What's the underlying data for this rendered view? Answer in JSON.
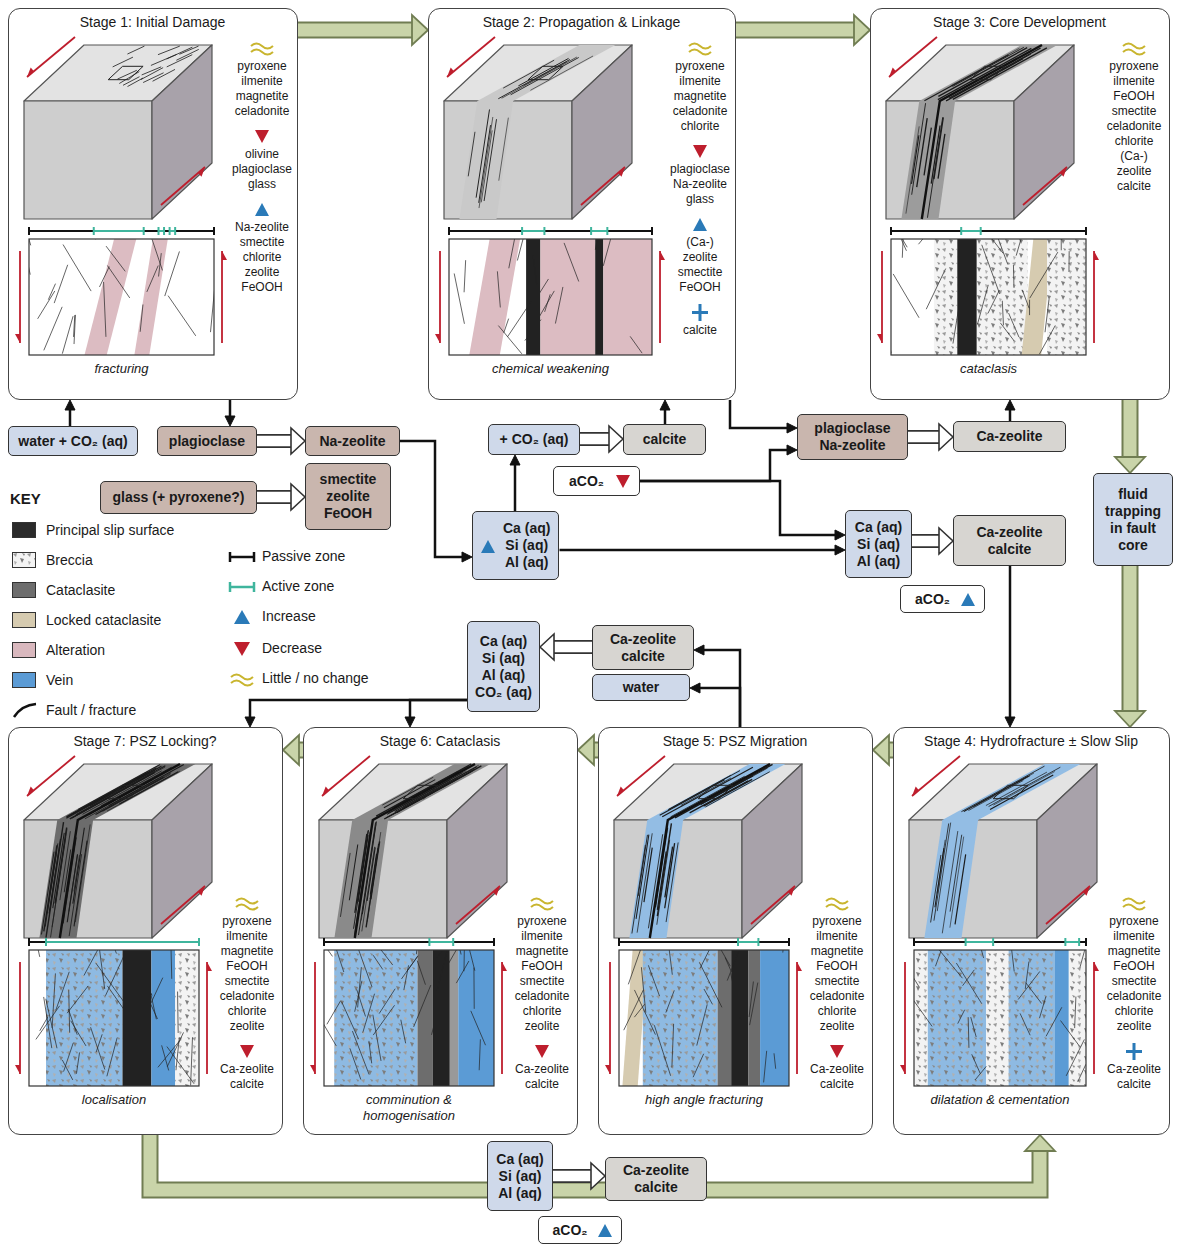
{
  "diagram": {
    "nodes": [
      {
        "text": [
          "Stage 1: Initial Damage",
          "pyroxene ilmenite magnetite celadonite",
          "olivine plagioclase glass",
          "Na-zeolite smectite chlorite zeolite FeOOH",
          "fracturing"
        ]
      },
      {
        "text": [
          "Stage 2: Propagation & Linkage",
          "pyroxene ilmenite magnetite celadonite chlorite",
          "plagioclase Na-zeolite glass",
          "(Ca-) zeolite smectite FeOOH",
          "calcite",
          "chemical weakening"
        ]
      },
      {
        "text": [
          "Stage 3: Core Development",
          "pyroxene ilmenite FeOOH smectite celadonite chlorite (Ca-) zeolite calcite",
          "cataclasis"
        ]
      },
      {
        "text": [
          "water + CO₂ (aq)"
        ]
      },
      {
        "text": [
          "plagioclase"
        ]
      },
      {
        "text": [
          "Na-zeolite"
        ]
      },
      {
        "text": [
          "glass (+ pyroxene?)"
        ]
      },
      {
        "text": [
          "smectite zeolite FeOOH"
        ]
      },
      {
        "text": [
          "+ CO₂ (aq)"
        ]
      },
      {
        "text": [
          "calcite"
        ]
      },
      {
        "text": [
          "Ca (aq)",
          "Si (aq)",
          "Al (aq)"
        ]
      },
      {
        "text": [
          "aCO₂"
        ]
      },
      {
        "text": [
          "plagioclase Na-zeolite"
        ]
      },
      {
        "text": [
          "Ca-zeolite"
        ]
      },
      {
        "text": [
          "Ca (aq)",
          "Si (aq)",
          "Al (aq)"
        ]
      },
      {
        "text": [
          "Ca-zeolite calcite"
        ]
      },
      {
        "text": [
          "aCO₂"
        ]
      },
      {
        "text": [
          "fluid trapping in fault core"
        ]
      },
      {
        "text": [
          "Ca (aq)",
          "Si (aq)",
          "Al (aq)",
          "CO₂ (aq)"
        ]
      },
      {
        "text": [
          "Ca-zeolite calcite"
        ]
      },
      {
        "text": [
          "water"
        ]
      },
      {
        "text": [
          "Stage 7: PSZ Locking?",
          "pyroxene ilmenite magnetite FeOOH smectite celadonite chlorite zeolite",
          "Ca-zeolite calcite",
          "localisation"
        ]
      },
      {
        "text": [
          "Stage 6: Cataclasis",
          "pyroxene ilmenite magnetite FeOOH smectite celadonite chlorite zeolite",
          "Ca-zeolite calcite",
          "comminution & homogenisation"
        ]
      },
      {
        "text": [
          "Stage 5: PSZ Migration",
          "pyroxene ilmenite magnetite FeOOH smectite celadonite chlorite zeolite",
          "Ca-zeolite calcite",
          "high angle fracturing"
        ]
      },
      {
        "text": [
          "Stage 4: Hydrofracture ± Slow Slip",
          "pyroxene ilmenite magnetite FeOOH smectite celadonite chlorite zeolite",
          "Ca-zeolite calcite",
          "dilatation & cementation"
        ]
      },
      {
        "text": [
          "Ca (aq)",
          "Si (aq)",
          "Al (aq)"
        ]
      },
      {
        "text": [
          "Ca-zeolite calcite"
        ]
      },
      {
        "text": [
          "aCO₂"
        ]
      }
    ],
    "edges": [
      {
        "from": 0,
        "to": 1,
        "arrow": "to"
      },
      {
        "from": 1,
        "to": 2,
        "arrow": "to"
      },
      {
        "from": 2,
        "to": 17,
        "arrow": "to"
      },
      {
        "from": 17,
        "to": 24,
        "arrow": "to"
      },
      {
        "from": 24,
        "to": 23,
        "arrow": "to"
      },
      {
        "from": 23,
        "to": 22,
        "arrow": "to"
      },
      {
        "from": 22,
        "to": 21,
        "arrow": "to"
      },
      {
        "from": 21,
        "to": 24,
        "arrow": "to"
      },
      {
        "from": 3,
        "to": 0,
        "arrow": "to"
      },
      {
        "from": 0,
        "to": 4,
        "arrow": "to"
      },
      {
        "from": 4,
        "to": 5,
        "arrow": "to"
      },
      {
        "from": 6,
        "to": 7,
        "arrow": "to"
      },
      {
        "from": 5,
        "to": 10,
        "arrow": "to"
      },
      {
        "from": 10,
        "to": 8,
        "arrow": "to"
      },
      {
        "from": 8,
        "to": 9,
        "arrow": "to"
      },
      {
        "from": 9,
        "to": 1,
        "arrow": "to"
      },
      {
        "from": 1,
        "to": 12,
        "arrow": "to"
      },
      {
        "from": 10,
        "to": 14,
        "arrow": "to"
      },
      {
        "from": 11,
        "to": 12,
        "arrow": "to"
      },
      {
        "from": 11,
        "to": 14,
        "arrow": "to"
      },
      {
        "from": 12,
        "to": 13,
        "arrow": "to"
      },
      {
        "from": 13,
        "to": 2,
        "arrow": "to"
      },
      {
        "from": 14,
        "to": 15,
        "arrow": "to"
      },
      {
        "from": 15,
        "to": 24,
        "arrow": "to"
      },
      {
        "from": 23,
        "to": 19,
        "arrow": "to"
      },
      {
        "from": 23,
        "to": 20,
        "arrow": "to"
      },
      {
        "from": 19,
        "to": 18,
        "arrow": "to"
      },
      {
        "from": 18,
        "to": 22,
        "arrow": "to"
      },
      {
        "from": 18,
        "to": 21,
        "arrow": "to"
      },
      {
        "from": 25,
        "to": 26,
        "arrow": "to"
      }
    ],
    "labels": [
      "KEY"
    ],
    "legend": [
      {
        "text": "Principal slip surface",
        "color": "#2b2b2b"
      },
      {
        "text": "Breccia"
      },
      {
        "text": "Cataclasite",
        "color": "#6d6d6d"
      },
      {
        "text": "Locked cataclasite",
        "color": "#d6cbb0"
      },
      {
        "text": "Alteration",
        "color": "#d9b8be"
      },
      {
        "text": "Vein",
        "color": "#5b9bd5"
      },
      {
        "text": "Fault / fracture"
      },
      {
        "text": "Passive zone"
      },
      {
        "text": "Active zone"
      },
      {
        "text": "Increase"
      },
      {
        "text": "Decrease"
      },
      {
        "text": "Little / no change"
      }
    ]
  }
}
